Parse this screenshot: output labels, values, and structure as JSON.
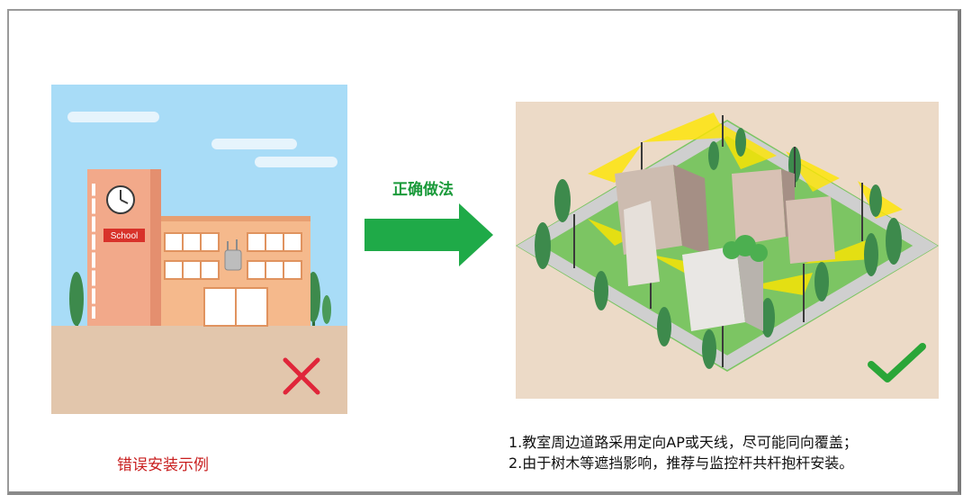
{
  "left_panel": {
    "building_sign": "School",
    "caption": "错误安装示例",
    "mark": "cross-mark-icon"
  },
  "arrow": {
    "label": "正确做法",
    "color": "#1faa48"
  },
  "right_panel": {
    "mark": "check-mark-icon",
    "notes": [
      "1.教室周边道路采用定向AP或天线，尽可能同向覆盖；",
      "2.由于树木等遮挡影响，推荐与监控杆共杆抱杆安装。"
    ]
  },
  "colors": {
    "sky": "#a8dcf7",
    "ground": "#e2c6ac",
    "building": "#f5b98c",
    "tower": "#f2a98a",
    "lawn": "#7cc563",
    "beam": "#ffe600",
    "cross": "#e0263a",
    "check": "#2aa638"
  }
}
